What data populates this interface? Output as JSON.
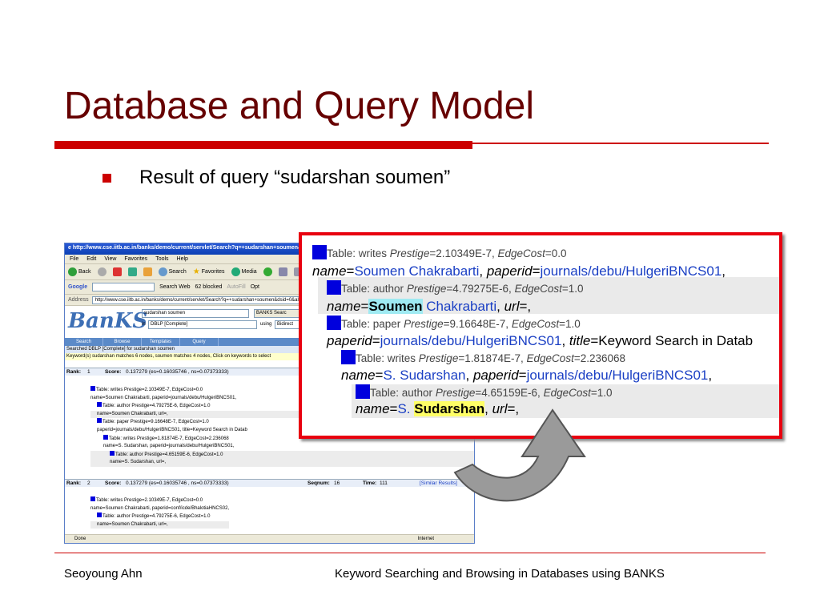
{
  "slide": {
    "title": "Database and Query Model",
    "bullet": "Result of query “sudarshan soumen”",
    "footer_left": "Seoyoung Ahn",
    "footer_right": "Keyword Searching and Browsing in Databases using BANKS"
  },
  "browser": {
    "title_bar": "http://www.cse.iitb.ac.in/banks/demo/current/servlet/Search?q=+sudarshan+soumen&ds",
    "menu": [
      "File",
      "Edit",
      "View",
      "Favorites",
      "Tools",
      "Help"
    ],
    "toolbar": {
      "back": "Back",
      "search": "Search",
      "favorites": "Favorites",
      "media": "Media"
    },
    "google": {
      "label": "Google",
      "search_web": "Search Web",
      "blocked": "62 blocked",
      "autofill": "AutoFill",
      "options": "Opt"
    },
    "address": {
      "label": "Address",
      "url": "http://www.cse.iitb.ac.in/banks/demo/current/servlet/Search?q=+sudarshan+soumen&dsid=0&algorit"
    },
    "banks": {
      "logo": "BanKS",
      "query": "sudarshan soumen",
      "search_button": "BANKS Searc",
      "in_label": "in",
      "database": "DBLP [Complete]",
      "using_label": "using",
      "algorithm": "Bidirect",
      "tabs": [
        "Search",
        "Browse",
        "Templates",
        "Query"
      ],
      "searched_line": "Searched DBLP [Complete] for sudarshan soumen",
      "keyword_line": "Keyword(s) sudarshan matches 6 nodes, soumen matches 4 nodes, Click on keywords to select"
    },
    "results": [
      {
        "rank_label": "Rank:",
        "rank": "1",
        "score_label": "Score:",
        "score": "0.137279 (es=0.16035746 , ns=0.07373333)",
        "rows": [
          "Table: writes Prestige=2.10349E-7, EdgeCost=0.0",
          "name=Soumen Chakrabarti, paperid=journals/debu/HulgeriBNCS01,",
          "Table: author Prestige=4.79275E-6, EdgeCost=1.0",
          "name=Soumen Chakrabarti, url=,",
          "Table: paper Prestige=9.16648E-7, EdgeCost=1.0",
          "paperid=journals/debu/HulgeriBNCS01, title=Keyword Search in Datab",
          "Table: writes Prestige=1.81874E-7, EdgeCost=2.236068",
          "name=S. Sudarshan, paperid=journals/debu/HulgeriBNCS01,",
          "Table: author Prestige=4.65159E-6, EdgeCost=1.0",
          "name=S. Sudarshan, url=,"
        ]
      },
      {
        "rank_label": "Rank:",
        "rank": "2",
        "score_label": "Score:",
        "score": "0.137279 (es=0.16035746 , ns=0.07373333)",
        "seqnum_label": "Seqnum:",
        "seqnum": "16",
        "time_label": "Time:",
        "time": "111",
        "similar": "[Similar Results]",
        "rows": [
          "Table: writes Prestige=2.10349E-7, EdgeCost=0.0",
          "name=Soumen Chakrabarti, paperid=conf/icde/BhalotiaHNCS02,",
          "Table: author Prestige=4.79275E-6, EdgeCost=1.0",
          "name=Soumen Chakrabarti, url=,"
        ]
      }
    ],
    "status": {
      "left": "Done",
      "right": "Internet"
    }
  },
  "zoom": {
    "r1": {
      "table": "Table: writes",
      "prestige_k": "Prestige",
      "prestige_v": "=2.10349E-7, ",
      "edge_k": "EdgeCost",
      "edge_v": "=0.0"
    },
    "r2": {
      "k1": "name",
      "v1": "Soumen Chakrabarti",
      "k2": "paperid",
      "v2": "journals/debu/HulgeriBNCS01",
      "tail": ","
    },
    "r3": {
      "table": "Table: author",
      "prestige_k": "Prestige",
      "prestige_v": "=4.79275E-6, ",
      "edge_k": "EdgeCost",
      "edge_v": "=1.0"
    },
    "r4": {
      "k1": "name",
      "v1a": "Soumen",
      "v1b": " Chakrabarti",
      "k2": "url",
      "tail": "=,"
    },
    "r5": {
      "table": "Table: paper",
      "prestige_k": "Prestige",
      "prestige_v": "=9.16648E-7, ",
      "edge_k": "EdgeCost",
      "edge_v": "=1.0"
    },
    "r6": {
      "k1": "paperid",
      "v1": "journals/debu/HulgeriBNCS01",
      "k2": "title",
      "v2": "=Keyword Search in Datab"
    },
    "r7": {
      "table": "Table: writes",
      "prestige_k": "Prestige",
      "prestige_v": "=1.81874E-7, ",
      "edge_k": "EdgeCost",
      "edge_v": "=2.236068"
    },
    "r8": {
      "k1": "name",
      "v1": "S. Sudarshan",
      "k2": "paperid",
      "v2": "journals/debu/HulgeriBNCS01",
      "tail": ","
    },
    "r9": {
      "table": "Table: author",
      "prestige_k": "Prestige",
      "prestige_v": "=4.65159E-6, ",
      "edge_k": "EdgeCost",
      "edge_v": "=1.0"
    },
    "r10": {
      "k1": "name",
      "v1a": "S. ",
      "v1b": "Sudarshan",
      "k2": "url",
      "tail": "=,"
    }
  },
  "colors": {
    "title": "#660000",
    "accent": "#cc0000",
    "link_blue": "#1a3fc4",
    "callout_border": "#e8000f"
  }
}
